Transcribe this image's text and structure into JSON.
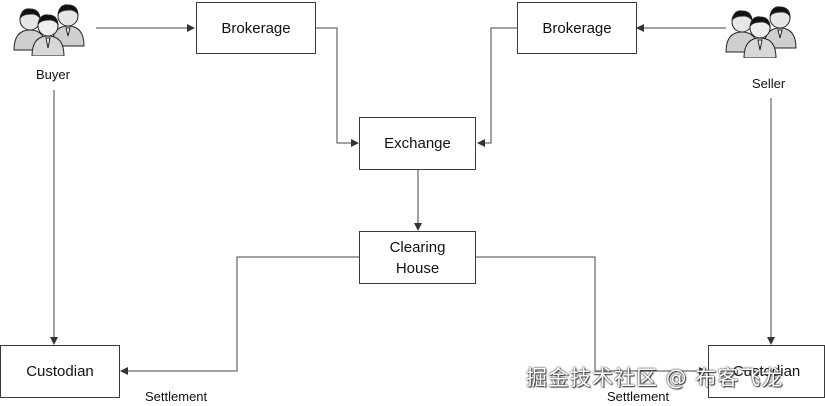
{
  "nodes": {
    "brokerage_left": "Brokerage",
    "brokerage_right": "Brokerage",
    "exchange": "Exchange",
    "clearing_house_line1": "Clearing",
    "clearing_house_line2": "House",
    "custodian_left": "Custodian",
    "custodian_right": "Custodian"
  },
  "actors": {
    "buyer": "Buyer",
    "seller": "Seller"
  },
  "edge_labels": {
    "settlement_left": "Settlement",
    "settlement_right": "Settlement"
  },
  "watermark": "掘金技术社区 @ 布客飞龙",
  "icons": {
    "buyer_group": "people-group-icon",
    "seller_group": "people-group-icon"
  }
}
